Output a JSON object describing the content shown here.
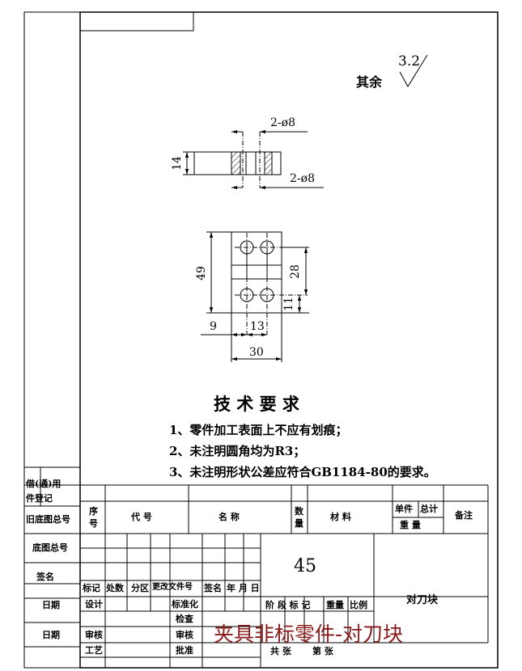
{
  "roughness": {
    "prefix": "其余",
    "value": "3.2"
  },
  "dims": {
    "holes_top": "2-ø8",
    "holes_bottom": "2-ø8",
    "thickness": "14",
    "height": "49",
    "hole_spacing_v": "28",
    "hole_offset_bottom": "11",
    "left_offset": "9",
    "hole_spacing_h": "13",
    "width": "30"
  },
  "tech": {
    "title": "技 术 要 求",
    "items": [
      "1、零件加工表面上不应有划痕；",
      "2、未注明圆角均为R3；",
      "3、未注明形状公差应符合GB1184-80的要求。"
    ]
  },
  "side": {
    "used_in": "借(通)用",
    "reg": "件登记",
    "old_drawing": "旧底图总号",
    "base_drawing": "底图总号",
    "signature": "签名",
    "date1": "日期",
    "date2": "日期"
  },
  "bom": {
    "seq": "序号",
    "code": "代 号",
    "name": "名 称",
    "qty": "数量",
    "material": "材 料",
    "unit": "单件",
    "total": "总计",
    "weight": "重 量",
    "remark": "备注"
  },
  "title_block": {
    "material": "45",
    "part_name": "对刀块",
    "rev_headers": [
      "标记",
      "处数",
      "分区",
      "更改文件号",
      "签名",
      "年 月 日"
    ],
    "design": "设计",
    "standardize": "标准化",
    "check": "审核",
    "craft": "工艺",
    "inspect": "检查",
    "approve": "批准",
    "verify": "审核",
    "stage": "阶 段 标 记",
    "weight": "重量",
    "scale": "比例",
    "sheets_total": "共 张",
    "sheet_no": "第 张",
    "banner": "夹具非标零件-对刀块"
  },
  "colors": {
    "line": "#000000",
    "banner": "#8b1a1a"
  }
}
